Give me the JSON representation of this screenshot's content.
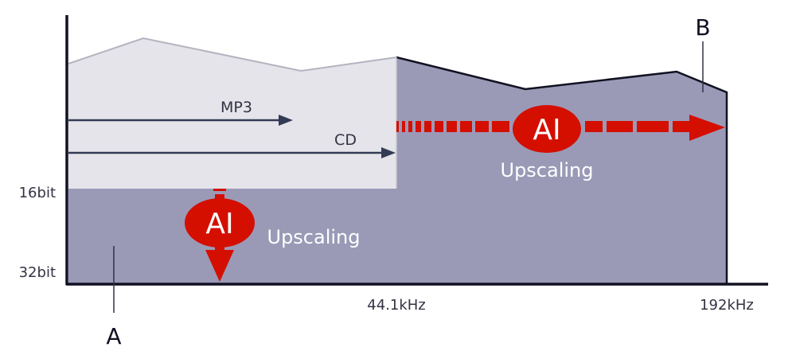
{
  "diagram": {
    "y_axis_labels": {
      "upper": "16bit",
      "lower": "32bit"
    },
    "x_axis_labels": {
      "cd": "44.1kHz",
      "hires": "192kHz"
    },
    "arrows": {
      "mp3": "MP3",
      "cd": "CD"
    },
    "ai_badges": [
      {
        "text": "AI",
        "caption": "Upscaling",
        "direction": "down"
      },
      {
        "text": "AI",
        "caption": "Upscaling",
        "direction": "right"
      }
    ],
    "callouts": {
      "a": "A",
      "b": "B"
    },
    "colors": {
      "original_area": "#e4e4ea",
      "upscaled_area": "#9a9ab7",
      "ai_red": "#d40f00",
      "axis": "#111122",
      "arrow_dark": "#333a55",
      "label_text": "#333344"
    }
  }
}
